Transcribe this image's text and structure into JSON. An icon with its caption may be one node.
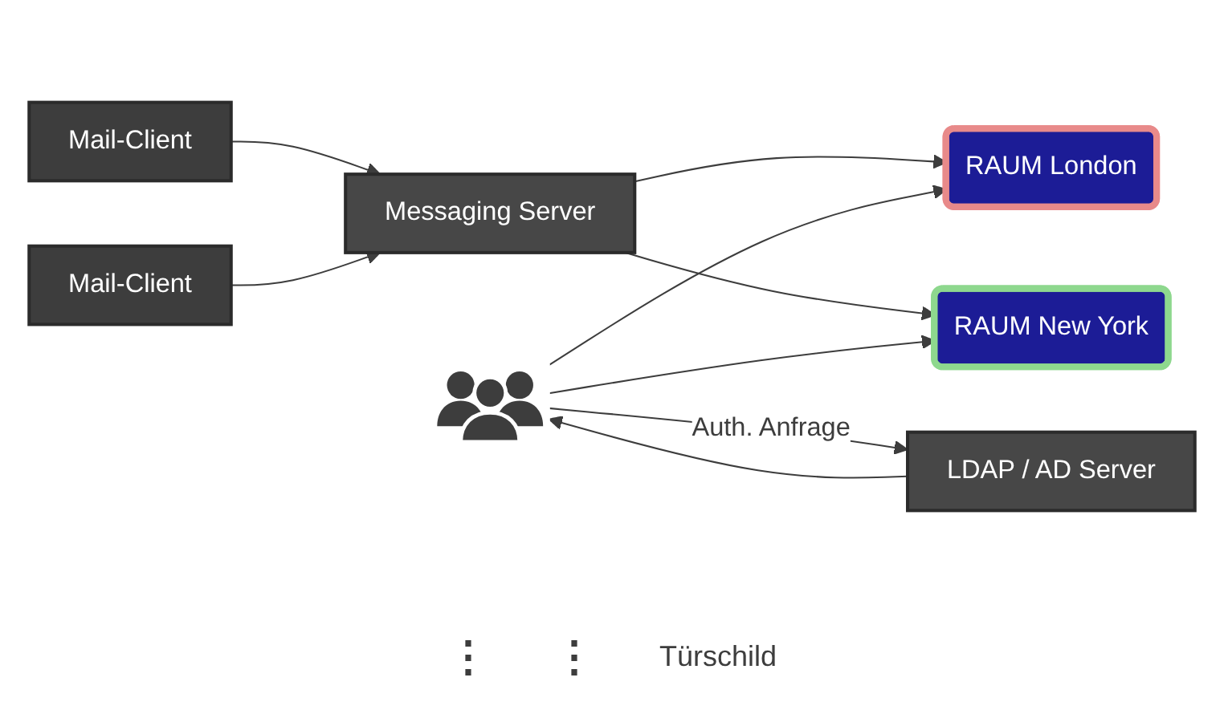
{
  "diagram": {
    "nodes": [
      {
        "text": [
          "Mail-Client"
        ]
      },
      {
        "text": [
          "Mail-Client"
        ]
      },
      {
        "text": [
          "Messaging Server"
        ]
      },
      {
        "text": [
          "RAUM London"
        ]
      },
      {
        "text": [
          "RAUM New York"
        ]
      },
      {
        "text": [],
        "shape": "person"
      },
      {
        "text": [
          "LDAP / AD Server"
        ]
      }
    ],
    "edges": [
      {
        "from": 0,
        "to": 2,
        "arrow": "to"
      },
      {
        "from": 1,
        "to": 2,
        "arrow": "to"
      },
      {
        "from": 2,
        "to": 3,
        "arrow": "to"
      },
      {
        "from": 2,
        "to": 4,
        "arrow": "to"
      },
      {
        "from": 5,
        "to": 3,
        "arrow": "to"
      },
      {
        "from": 5,
        "to": 4,
        "arrow": "to"
      },
      {
        "from": 5,
        "to": 6,
        "arrow": "to",
        "label": "Auth. Anfrage"
      },
      {
        "from": 6,
        "to": 5,
        "arrow": "to"
      }
    ],
    "labels": [
      "⋮",
      "⋮",
      "Türschild"
    ]
  }
}
